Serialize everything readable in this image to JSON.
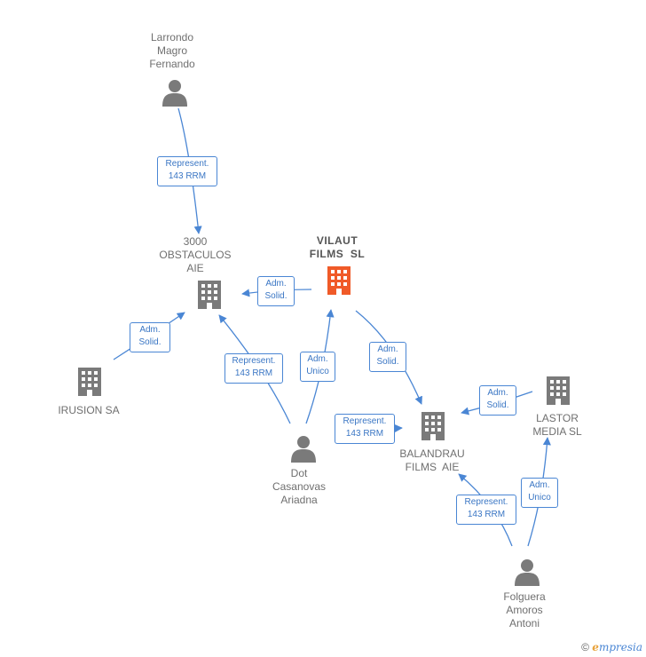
{
  "nodes": {
    "larrondo": {
      "lines": [
        "Larrondo",
        "Magro",
        "Fernando"
      ],
      "kind": "person"
    },
    "obstaculos": {
      "lines": [
        "3000",
        "OBSTACULOS",
        "AIE"
      ],
      "kind": "company"
    },
    "vilaut": {
      "lines": [
        "VILAUT",
        "FILMS  SL"
      ],
      "kind": "company-main",
      "color": "#f05a28"
    },
    "irusion": {
      "lines": [
        "IRUSION SA"
      ],
      "kind": "company"
    },
    "dot": {
      "lines": [
        "Dot",
        "Casanovas",
        "Ariadna"
      ],
      "kind": "person"
    },
    "balandrau": {
      "lines": [
        "BALANDRAU",
        "FILMS  AIE"
      ],
      "kind": "company"
    },
    "lastor": {
      "lines": [
        "LASTOR",
        "MEDIA SL"
      ],
      "kind": "company"
    },
    "folguera": {
      "lines": [
        "Folguera",
        "Amoros",
        "Antoni"
      ],
      "kind": "person"
    }
  },
  "edges": [
    {
      "from": "larrondo",
      "to": "obstaculos",
      "label": [
        "Represent.",
        "143 RRM"
      ]
    },
    {
      "from": "vilaut",
      "to": "obstaculos",
      "label": [
        "Adm.",
        "Solid."
      ]
    },
    {
      "from": "irusion",
      "to": "obstaculos",
      "label": [
        "Adm.",
        "Solid."
      ]
    },
    {
      "from": "dot",
      "to": "obstaculos",
      "label": [
        "Represent.",
        "143 RRM"
      ]
    },
    {
      "from": "dot",
      "to": "vilaut",
      "label": [
        "Adm.",
        "Unico"
      ]
    },
    {
      "from": "vilaut",
      "to": "balandrau",
      "label": [
        "Adm.",
        "Solid."
      ]
    },
    {
      "from": "dot",
      "to": "balandrau",
      "label": [
        "Represent.",
        "143 RRM"
      ]
    },
    {
      "from": "lastor",
      "to": "balandrau",
      "label": [
        "Adm.",
        "Solid."
      ]
    },
    {
      "from": "folguera",
      "to": "balandrau",
      "label": [
        "Represent.",
        "143 RRM"
      ]
    },
    {
      "from": "folguera",
      "to": "lastor",
      "label": [
        "Adm.",
        "Unico"
      ]
    }
  ],
  "colors": {
    "edge": "#4a86d4",
    "company": "#7a7a7a",
    "person": "#7a7a7a",
    "main": "#f05a28"
  },
  "footer": {
    "copyright": "©",
    "brand_first": "e",
    "brand_rest": "mpresia"
  }
}
